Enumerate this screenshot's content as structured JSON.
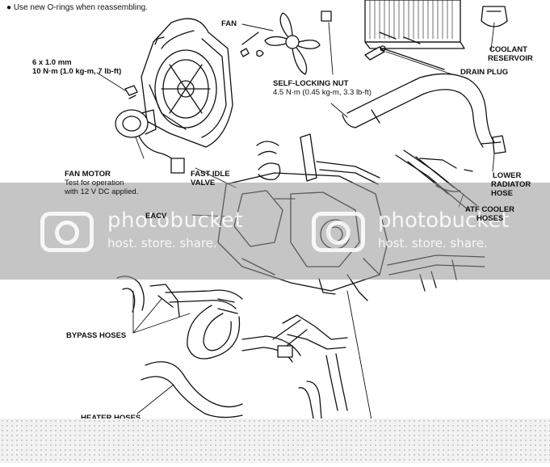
{
  "note": "Use new O-rings when reassembling.",
  "labels": {
    "fan": "FAN",
    "coolant_reservoir_1": "COOLANT",
    "coolant_reservoir_2": "RESERVOIR",
    "drain_plug": "DRAIN PLUG",
    "bolt_spec_1": "6 x 1.0 mm",
    "bolt_spec_2": "10 N·m (1.0 kg-m, 7 lb-ft)",
    "self_locking_nut": "SELF-LOCKING NUT",
    "nut_torque": "4.5 N·m (0.45 kg-m, 3.3 lb-ft)",
    "fan_motor": "FAN MOTOR",
    "fan_motor_note_1": "Test for operation",
    "fan_motor_note_2": "with 12 V DC applied.",
    "fast_idle_valve_1": "FAST IDLE",
    "fast_idle_valve_2": "VALVE",
    "lower_radiator_hose_1": "LOWER",
    "lower_radiator_hose_2": "RADIATOR",
    "lower_radiator_hose_3": "HOSE",
    "atf_cooler_hoses_1": "ATF COOLER",
    "atf_cooler_hoses_2": "HOSES",
    "bypass_hoses": "BYPASS HOSES",
    "heater_hoses": "HEATER HOSES",
    "partial_left": "EACV"
  },
  "watermark": {
    "brand": "photobucket",
    "slogan": "host. store. share."
  }
}
